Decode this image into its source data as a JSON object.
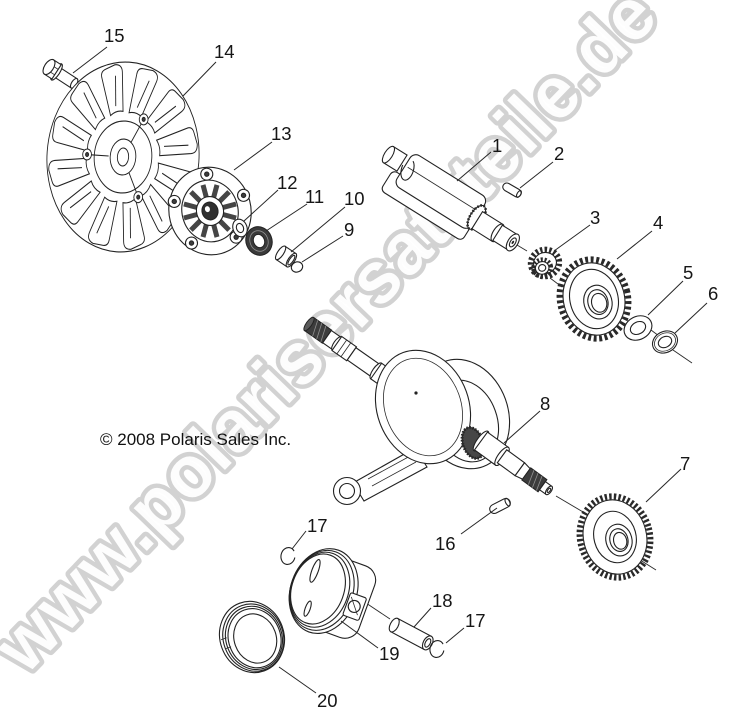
{
  "watermark": {
    "text": "www.polarisersatzteile.de",
    "stroke_color": "#d2d2d2",
    "fill_color": "#ffffff"
  },
  "copyright": "© 2008 Polaris Sales Inc.",
  "callouts": [
    "15",
    "14",
    "13",
    "12",
    "11",
    "10",
    "9",
    "1",
    "2",
    "3",
    "4",
    "5",
    "6",
    "8",
    "7",
    "16",
    "17",
    "18",
    "17",
    "19",
    "20"
  ],
  "colors": {
    "background": "#ffffff",
    "ink": "#222222",
    "dark_fill": "#3c3c3c"
  }
}
